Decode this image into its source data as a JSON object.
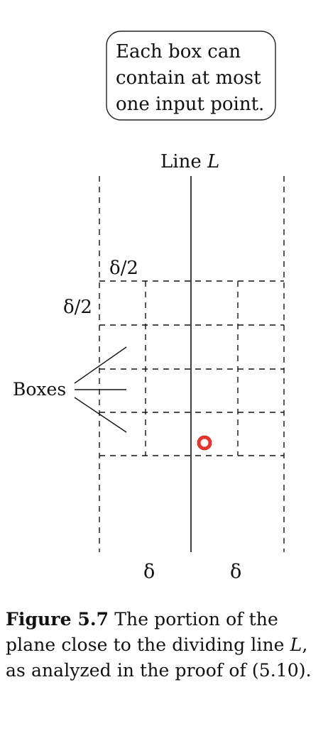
{
  "callout": {
    "lines": [
      "Each box can",
      "contain at most",
      "one input point."
    ]
  },
  "line_label": {
    "prefix": "Line ",
    "var": "L"
  },
  "labels": {
    "half_delta_top": "δ/2",
    "half_delta_left": "δ/2",
    "boxes": "Boxes",
    "delta_left": "δ",
    "delta_right": "δ"
  },
  "caption": {
    "figure_label": "Figure 5.7",
    "text_1": " The portion of the plane close to the dividing line ",
    "var": "L",
    "text_2": ", as analyzed in the proof of (5.10)."
  },
  "colors": {
    "point": "#e8332a",
    "ink": "#111111"
  }
}
